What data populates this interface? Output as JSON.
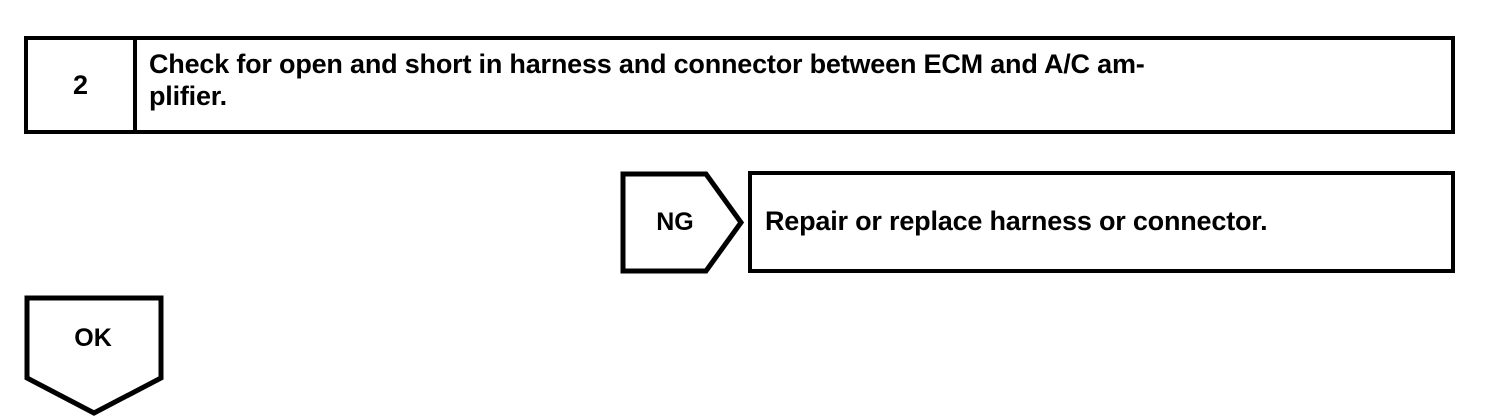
{
  "diagram": {
    "type": "troubleshooting-flowchart",
    "colors": {
      "ink": "#000000",
      "paper": "#ffffff"
    },
    "step": {
      "number": "2",
      "instruction": "Check for open and short in harness and connector between ECM and A/C am-\nplifier."
    },
    "branches": {
      "ng": {
        "label": "NG",
        "result": "Repair or replace harness or connector."
      },
      "ok": {
        "label": "OK"
      }
    }
  }
}
